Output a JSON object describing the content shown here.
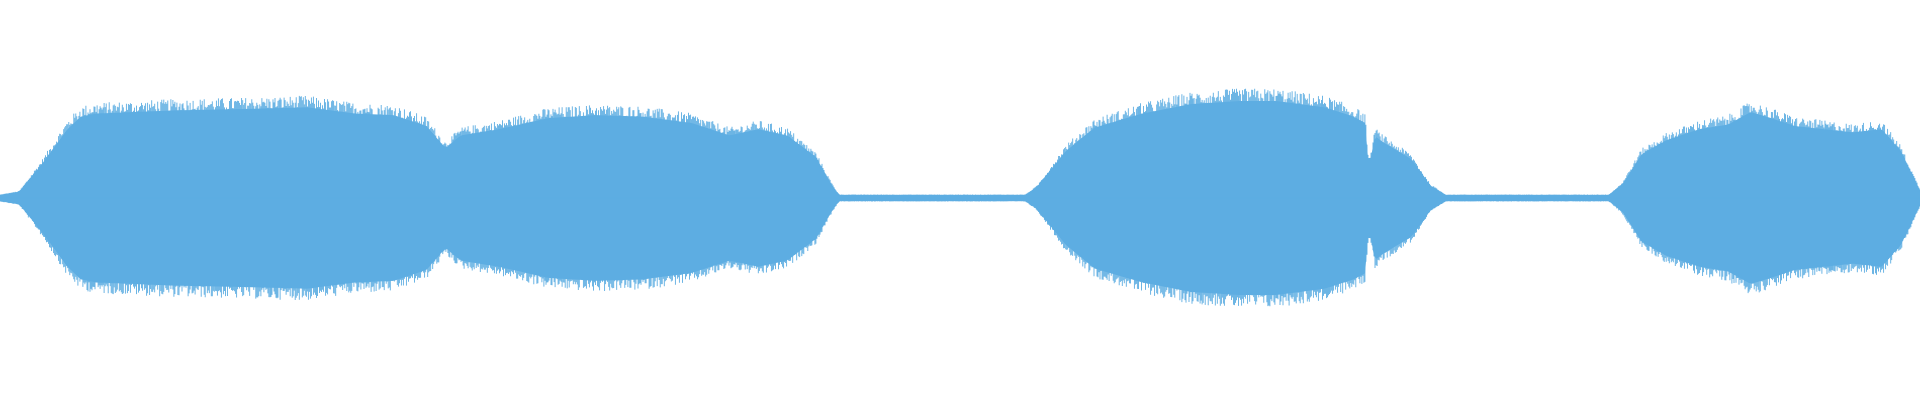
{
  "waveform": {
    "color": "#5dade2",
    "amplitude_scale": [
      -1,
      1
    ],
    "duration_fraction": [
      0,
      1
    ],
    "segments": [
      {
        "start": 0.0,
        "end": 0.437,
        "kind": "speech",
        "peak": 0.62
      },
      {
        "start": 0.437,
        "end": 0.534,
        "kind": "silence",
        "peak": 0.0
      },
      {
        "start": 0.534,
        "end": 0.753,
        "kind": "speech",
        "peak": 0.68
      },
      {
        "start": 0.753,
        "end": 0.838,
        "kind": "silence",
        "peak": 0.0
      },
      {
        "start": 0.838,
        "end": 1.0,
        "kind": "speech",
        "peak": 0.62
      }
    ],
    "envelope": [
      [
        0.0,
        0.02
      ],
      [
        0.01,
        0.04
      ],
      [
        0.022,
        0.22
      ],
      [
        0.035,
        0.44
      ],
      [
        0.042,
        0.52
      ],
      [
        0.05,
        0.54
      ],
      [
        0.09,
        0.56
      ],
      [
        0.13,
        0.57
      ],
      [
        0.16,
        0.58
      ],
      [
        0.185,
        0.54
      ],
      [
        0.205,
        0.53
      ],
      [
        0.222,
        0.46
      ],
      [
        0.232,
        0.32
      ],
      [
        0.24,
        0.4
      ],
      [
        0.26,
        0.44
      ],
      [
        0.285,
        0.51
      ],
      [
        0.31,
        0.53
      ],
      [
        0.335,
        0.52
      ],
      [
        0.36,
        0.48
      ],
      [
        0.38,
        0.4
      ],
      [
        0.395,
        0.44
      ],
      [
        0.41,
        0.4
      ],
      [
        0.425,
        0.26
      ],
      [
        0.433,
        0.09
      ],
      [
        0.437,
        0.02
      ],
      [
        0.534,
        0.02
      ],
      [
        0.54,
        0.07
      ],
      [
        0.555,
        0.3
      ],
      [
        0.57,
        0.45
      ],
      [
        0.595,
        0.54
      ],
      [
        0.62,
        0.6
      ],
      [
        0.645,
        0.62
      ],
      [
        0.665,
        0.62
      ],
      [
        0.69,
        0.58
      ],
      [
        0.705,
        0.52
      ],
      [
        0.711,
        0.48
      ],
      [
        0.713,
        0.18
      ],
      [
        0.716,
        0.4
      ],
      [
        0.72,
        0.36
      ],
      [
        0.735,
        0.25
      ],
      [
        0.745,
        0.08
      ],
      [
        0.753,
        0.02
      ],
      [
        0.838,
        0.02
      ],
      [
        0.845,
        0.09
      ],
      [
        0.855,
        0.28
      ],
      [
        0.868,
        0.37
      ],
      [
        0.885,
        0.44
      ],
      [
        0.9,
        0.47
      ],
      [
        0.912,
        0.55
      ],
      [
        0.92,
        0.52
      ],
      [
        0.935,
        0.46
      ],
      [
        0.95,
        0.44
      ],
      [
        0.965,
        0.42
      ],
      [
        0.98,
        0.44
      ],
      [
        0.99,
        0.3
      ],
      [
        0.998,
        0.1
      ],
      [
        1.0,
        0.05
      ]
    ]
  }
}
